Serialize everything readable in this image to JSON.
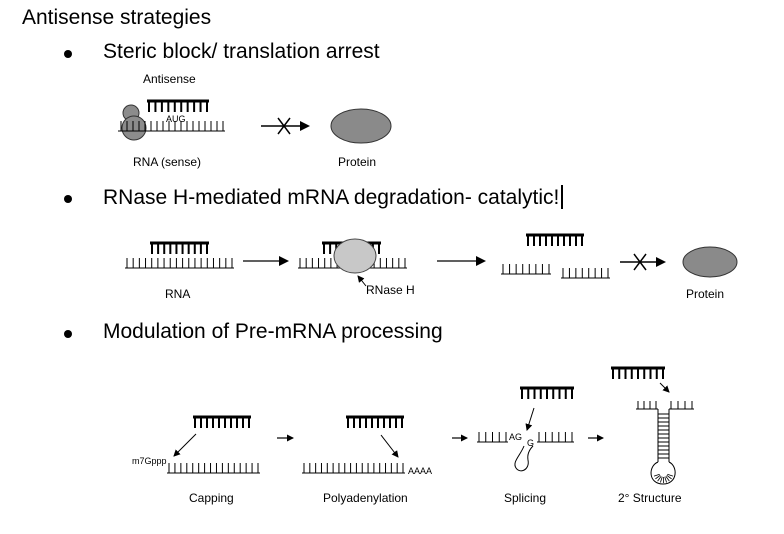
{
  "title": "Antisense strategies",
  "bullets": [
    "Steric block/ translation arrest",
    "RNase H-mediated mRNA degradation- catalytic!",
    "Modulation of Pre-mRNA processing"
  ],
  "section1": {
    "antisense_label": "Antisense",
    "aug_label": "AUG",
    "rna_label": "RNA (sense)",
    "protein_label": "Protein"
  },
  "section2": {
    "rna_label": "RNA",
    "rnaseh_label": "RNase H",
    "protein_label": "Protein"
  },
  "section3": {
    "cap_label": "m7Gppp",
    "aaaa_label": "AAAA",
    "ag_label": "AG",
    "g_label": "G",
    "captions": [
      "Capping",
      "Polyadenylation",
      "Splicing",
      "2° Structure"
    ]
  },
  "colors": {
    "protein": "#8a8a8a",
    "ribosome": "#8c8c8c",
    "rnaseh": "#c8c8c8",
    "ink": "#000000"
  }
}
